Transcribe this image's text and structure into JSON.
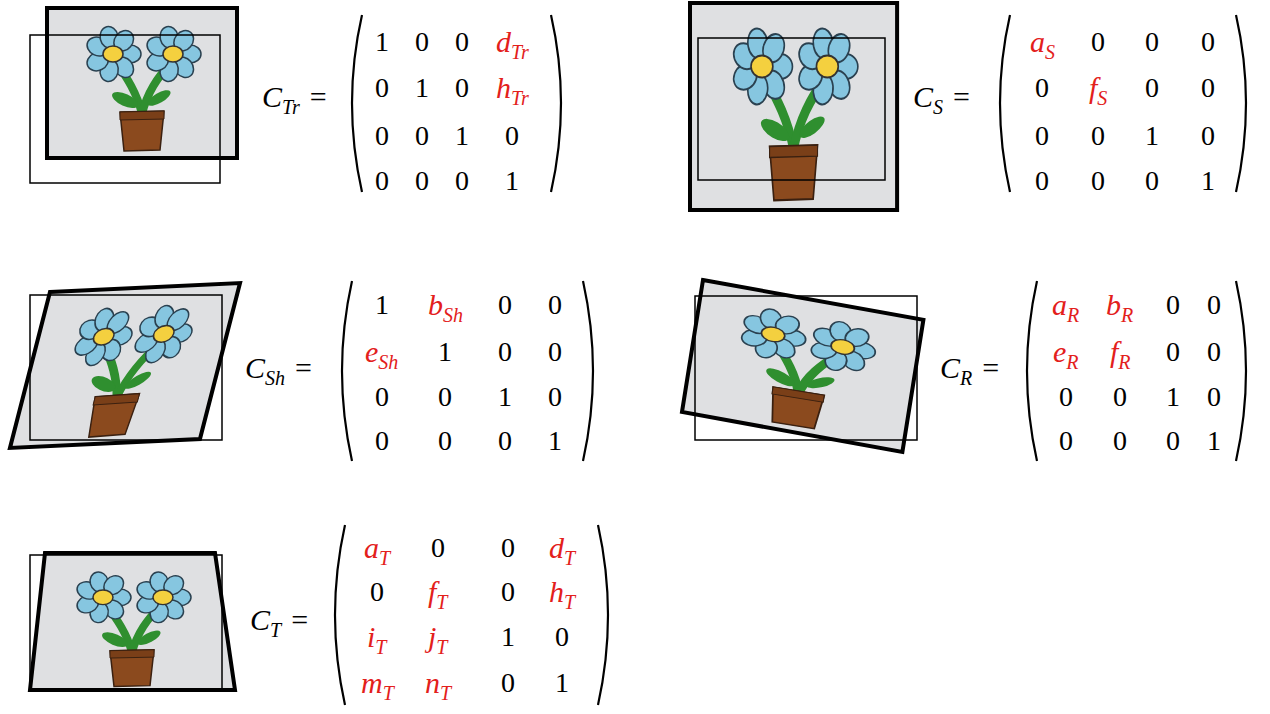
{
  "diagram": {
    "labels": [
      "C",
      "Tr",
      "=",
      "1",
      "0",
      "0",
      "d",
      "Tr",
      "0",
      "1",
      "0",
      "h",
      "Tr",
      "0",
      "0",
      "1",
      "0",
      "0",
      "0",
      "0",
      "1",
      "C",
      "S",
      "=",
      "a",
      "S",
      "0",
      "0",
      "0",
      "0",
      "f",
      "S",
      "0",
      "0",
      "0",
      "0",
      "1",
      "0",
      "0",
      "0",
      "0",
      "1",
      "C",
      "Sh",
      "=",
      "1",
      "b",
      "Sh",
      "0",
      "0",
      "e",
      "Sh",
      "1",
      "0",
      "0",
      "0",
      "0",
      "1",
      "0",
      "0",
      "0",
      "0",
      "1",
      "C",
      "R",
      "=",
      "a",
      "R",
      "b",
      "R",
      "0",
      "0",
      "e",
      "R",
      "f",
      "R",
      "0",
      "0",
      "0",
      "0",
      "1",
      "0",
      "0",
      "0",
      "0",
      "1",
      "C",
      "T",
      "=",
      "a",
      "T",
      "0",
      "0",
      "d",
      "T",
      "0",
      "f",
      "T",
      "0",
      "h",
      "T",
      "i",
      "T",
      "j",
      "T",
      "1",
      "0",
      "m",
      "T",
      "n",
      "T",
      "0",
      "1"
    ]
  }
}
